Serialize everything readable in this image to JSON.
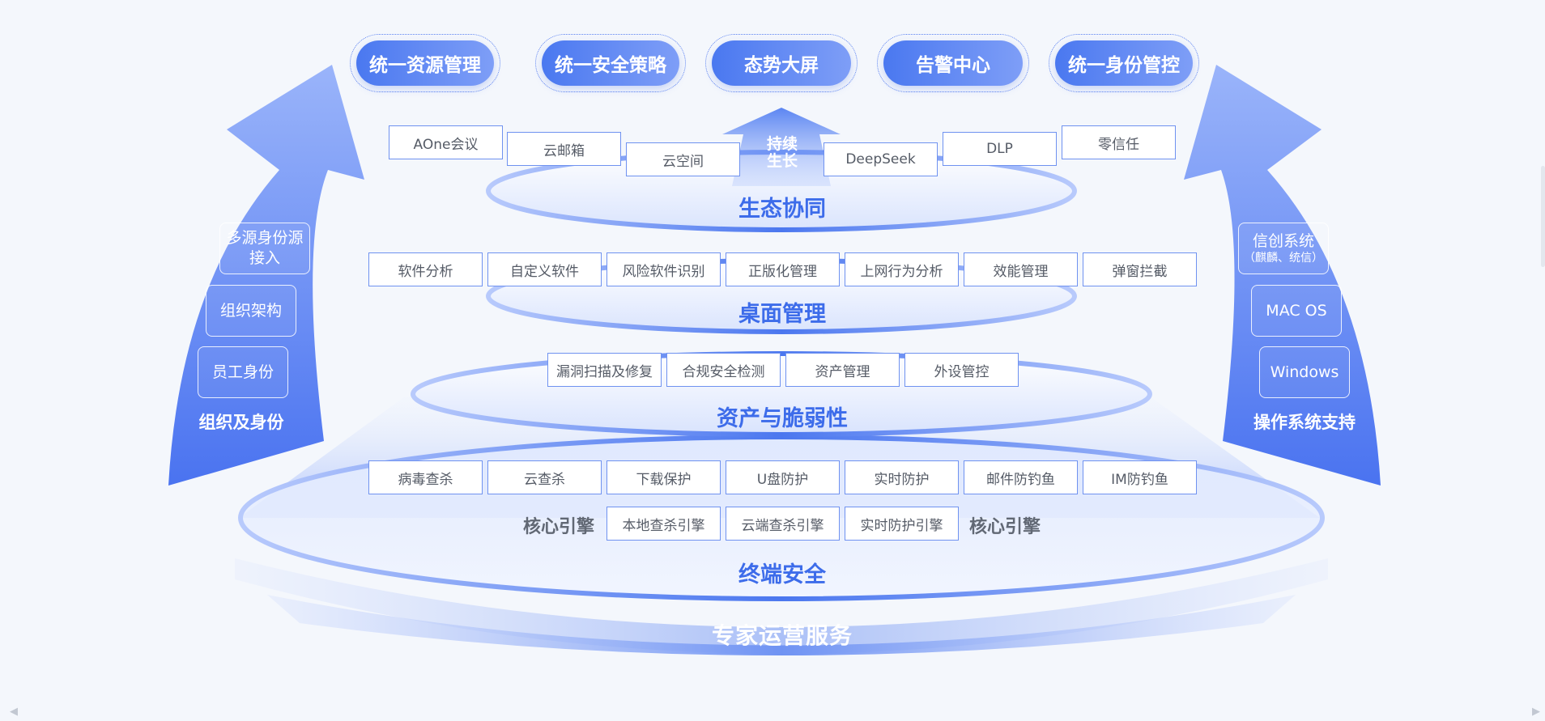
{
  "top_capabilities": [
    {
      "id": "resource",
      "label": "统一资源管理"
    },
    {
      "id": "policy",
      "label": "统一安全策略"
    },
    {
      "id": "screen",
      "label": "态势大屏"
    },
    {
      "id": "alert",
      "label": "告警中心"
    },
    {
      "id": "identity",
      "label": "统一身份管控"
    }
  ],
  "growth_arrow": {
    "line1": "持续",
    "line2": "生长"
  },
  "layers": {
    "ecosystem": {
      "title": "生态协同",
      "items": [
        "AOne会议",
        "云邮箱",
        "云空间",
        "DeepSeek",
        "DLP",
        "零信任"
      ]
    },
    "desktop": {
      "title": "桌面管理",
      "items": [
        "软件分析",
        "自定义软件",
        "风险软件识别",
        "正版化管理",
        "上网行为分析",
        "效能管理",
        "弹窗拦截"
      ]
    },
    "asset": {
      "title": "资产与脆弱性",
      "items": [
        "漏洞扫描及修复",
        "合规安全检测",
        "资产管理",
        "外设管控"
      ]
    },
    "endpoint": {
      "title": "终端安全",
      "items": [
        "病毒查杀",
        "云查杀",
        "下载保护",
        "U盘防护",
        "实时防护",
        "邮件防钓鱼",
        "IM防钓鱼"
      ],
      "engine_label": "核心引擎",
      "engines": [
        "本地查杀引擎",
        "云端查杀引擎",
        "实时防护引擎"
      ]
    }
  },
  "service": {
    "title": "专家运营服务"
  },
  "left_arrow": {
    "label": "组织及身份",
    "items": [
      {
        "label": "多源身份源接入",
        "line1": "多源身份源",
        "line2": "接入"
      },
      {
        "label": "组织架构"
      },
      {
        "label": "员工身份"
      }
    ]
  },
  "right_arrow": {
    "label": "操作系统支持",
    "items": [
      {
        "label": "信创系统",
        "sub": "（麒麟、统信）"
      },
      {
        "label": "MAC OS"
      },
      {
        "label": "Windows"
      }
    ]
  },
  "colors": {
    "primary": "#3d6cea",
    "arrow_light": "#8aa8f7",
    "arrow_dark": "#4a73f0",
    "box_border": "#6f92f0",
    "text_gray": "#555b66"
  },
  "icons": {
    "scroll_left": "◀",
    "scroll_right": "▶"
  }
}
